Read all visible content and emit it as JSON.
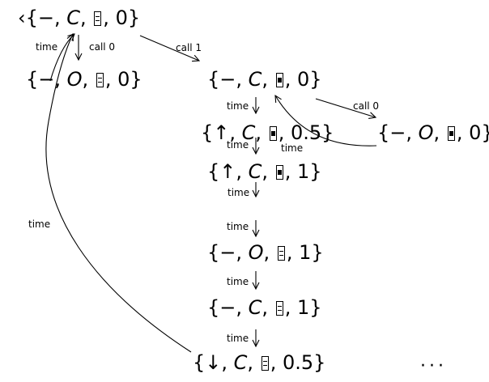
{
  "states": [
    {
      "key": "s0",
      "dir": "−",
      "door": "C",
      "floor": "0",
      "occ": [
        0,
        0,
        0
      ],
      "prefix": "‹"
    },
    {
      "key": "s1",
      "dir": "−",
      "door": "O",
      "floor": "0",
      "occ": [
        0,
        0,
        0
      ]
    },
    {
      "key": "s2",
      "dir": "−",
      "door": "C",
      "floor": "0",
      "occ": [
        0,
        1,
        0
      ]
    },
    {
      "key": "s3",
      "dir": "−",
      "door": "O",
      "floor": "0",
      "occ": [
        0,
        1,
        0
      ]
    },
    {
      "key": "s4",
      "dir": "↑",
      "door": "C",
      "floor": "0.5",
      "occ": [
        0,
        1,
        0
      ]
    },
    {
      "key": "s5",
      "dir": "↑",
      "door": "C",
      "floor": "1",
      "occ": [
        0,
        1,
        0
      ]
    },
    {
      "key": "s6",
      "dir": "−",
      "door": "O",
      "floor": "1",
      "occ": [
        0,
        0,
        0
      ]
    },
    {
      "key": "s7",
      "dir": "−",
      "door": "C",
      "floor": "1",
      "occ": [
        0,
        0,
        0
      ]
    },
    {
      "key": "s8",
      "dir": "↓",
      "door": "C",
      "floor": "0.5",
      "occ": [
        0,
        0,
        0
      ]
    }
  ],
  "edge_labels": {
    "time": "time",
    "call0": "call 0",
    "call1": "call 1"
  },
  "ellipsis": "···",
  "colors": {
    "ink": "#000000",
    "background": "#ffffff"
  }
}
